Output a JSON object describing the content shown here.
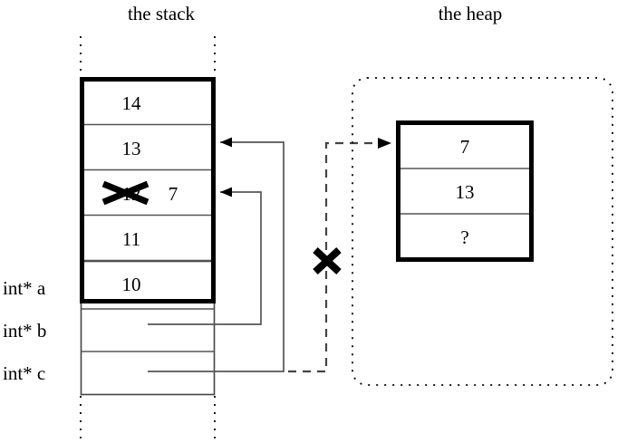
{
  "titles": {
    "stack": "the stack",
    "heap": "the heap"
  },
  "stack": {
    "cells": [
      {
        "value": "14",
        "struck": false,
        "new_value": ""
      },
      {
        "value": "13",
        "struck": false,
        "new_value": ""
      },
      {
        "value": "12",
        "struck": true,
        "new_value": "7"
      },
      {
        "value": "11",
        "struck": false,
        "new_value": ""
      },
      {
        "value": "10",
        "struck": false,
        "new_value": ""
      }
    ],
    "variables": [
      {
        "label": "int* a"
      },
      {
        "label": "int* b"
      },
      {
        "label": "int* c"
      }
    ]
  },
  "heap": {
    "cells": [
      {
        "value": "7"
      },
      {
        "value": "13"
      },
      {
        "value": "?"
      }
    ]
  },
  "annotations": {
    "invalidated_pointer_mark": "X",
    "overwritten_value_mark": "X"
  },
  "colors": {
    "stroke": "#000000",
    "thin_stroke": "#555555",
    "background": "#ffffff"
  }
}
